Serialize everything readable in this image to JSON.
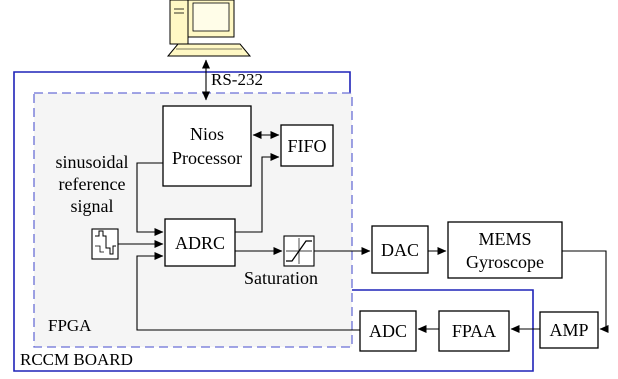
{
  "diagram": {
    "board_label": "RCCM BOARD",
    "fpga_label": "FPGA",
    "link_label": "RS-232",
    "input_label": [
      "sinusoidal",
      "reference",
      "signal"
    ],
    "saturation_label": "Saturation",
    "blocks": {
      "nios": [
        "Nios",
        "Processor"
      ],
      "fifo": "FIFO",
      "adrc": "ADRC",
      "dac": "DAC",
      "mems": [
        "MEMS",
        "Gyroscope"
      ],
      "amp": "AMP",
      "fpaa": "FPAA",
      "adc": "ADC"
    },
    "colors": {
      "board_border": "#1f23b8",
      "fpga_border": "#6a6fd6",
      "fpga_fill": "#f5f5f5",
      "monitor": "#fff8c4"
    },
    "icons": [
      "computer-icon",
      "signal-generator-icon",
      "saturation-icon"
    ]
  }
}
